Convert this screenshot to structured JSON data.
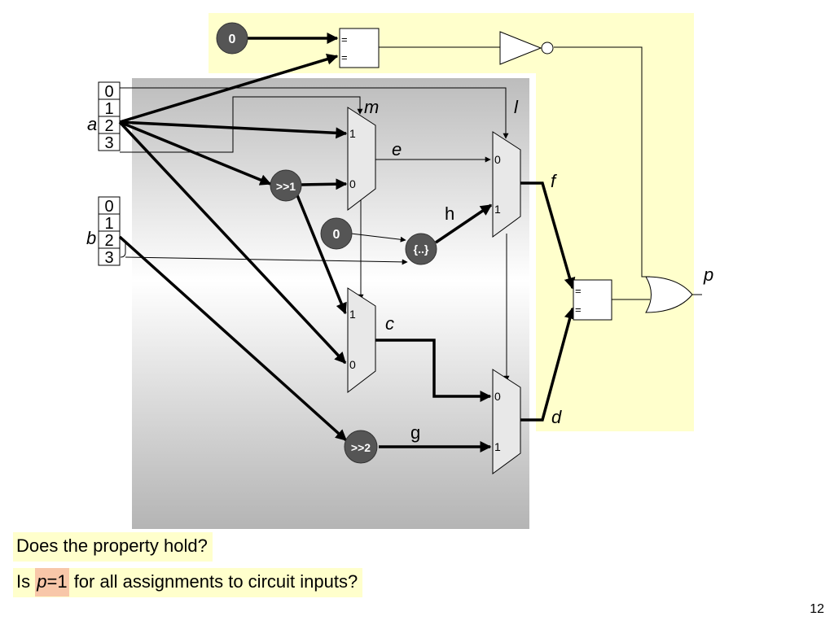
{
  "diagram": {
    "labels": {
      "a": "a",
      "b": "b",
      "m": "m",
      "l": "l",
      "e": "e",
      "f": "f",
      "h": "h",
      "c": "c",
      "d": "d",
      "g": "g",
      "p": "p"
    },
    "bus_a_bits": [
      "0",
      "1",
      "2",
      "3"
    ],
    "bus_b_bits": [
      "0",
      "1",
      "2",
      "3"
    ],
    "const_top": "0",
    "const_mid": "0",
    "shift1": ">>1",
    "shift2": ">>2",
    "concat": "{..}",
    "mux_in0": "0",
    "mux_in1": "1",
    "eq_sym": "="
  },
  "captions": {
    "line1": "Does the property hold?",
    "line2_prefix": "Is ",
    "line2_var": "p",
    "line2_eq": "=1",
    "line2_suffix": " for all assignments to circuit inputs?"
  },
  "page_number": "12",
  "colors": {
    "yellow_region": "#ffffcc",
    "gray_gradient_top": "#bcbcbc",
    "gray_gradient_mid": "#ffffff",
    "gray_gradient_bottom": "#b4b4b4",
    "node_fill": "#555555",
    "mux_fill": "#e8e8e8",
    "highlight": "#f8c7a9"
  }
}
